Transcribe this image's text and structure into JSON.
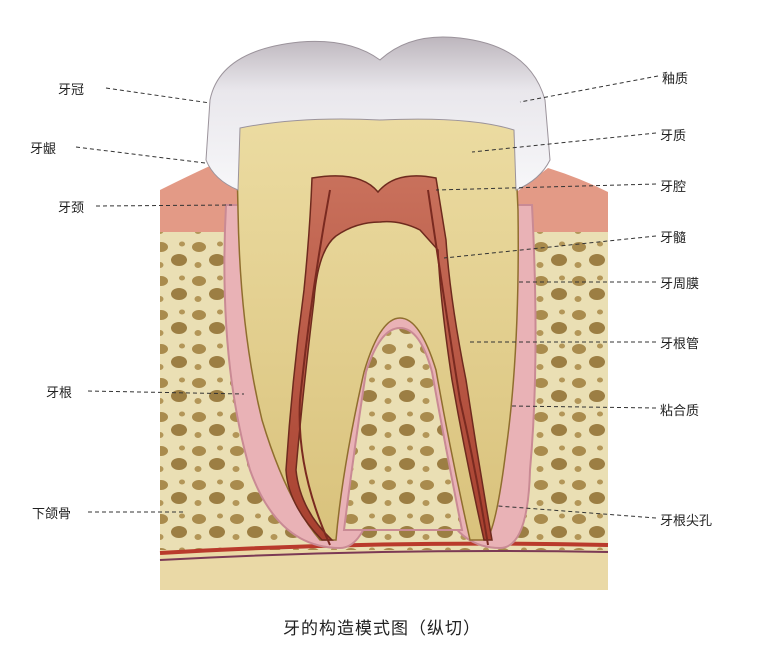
{
  "figure": {
    "caption": "牙的构造模式图（纵切）",
    "labels_left": {
      "crown": "牙冠",
      "gingiva": "牙龈",
      "neck": "牙颈",
      "root": "牙根",
      "mandible": "下颌骨"
    },
    "labels_right": {
      "enamel": "釉质",
      "dentin": "牙质",
      "pulp_cavity": "牙腔",
      "pulp": "牙髓",
      "periodontal_membrane": "牙周膜",
      "root_canal": "牙根管",
      "cementum": "粘合质",
      "apical_foramen": "牙根尖孔"
    }
  },
  "colors": {
    "enamel": "#f4f4f6",
    "dentin": "#e3cf8e",
    "pulp": "#b8483a",
    "gum": "#e39a86",
    "bone": "#e8dcb0",
    "bone_holes": "#a88a4c",
    "vessel": "#b93a2c"
  }
}
